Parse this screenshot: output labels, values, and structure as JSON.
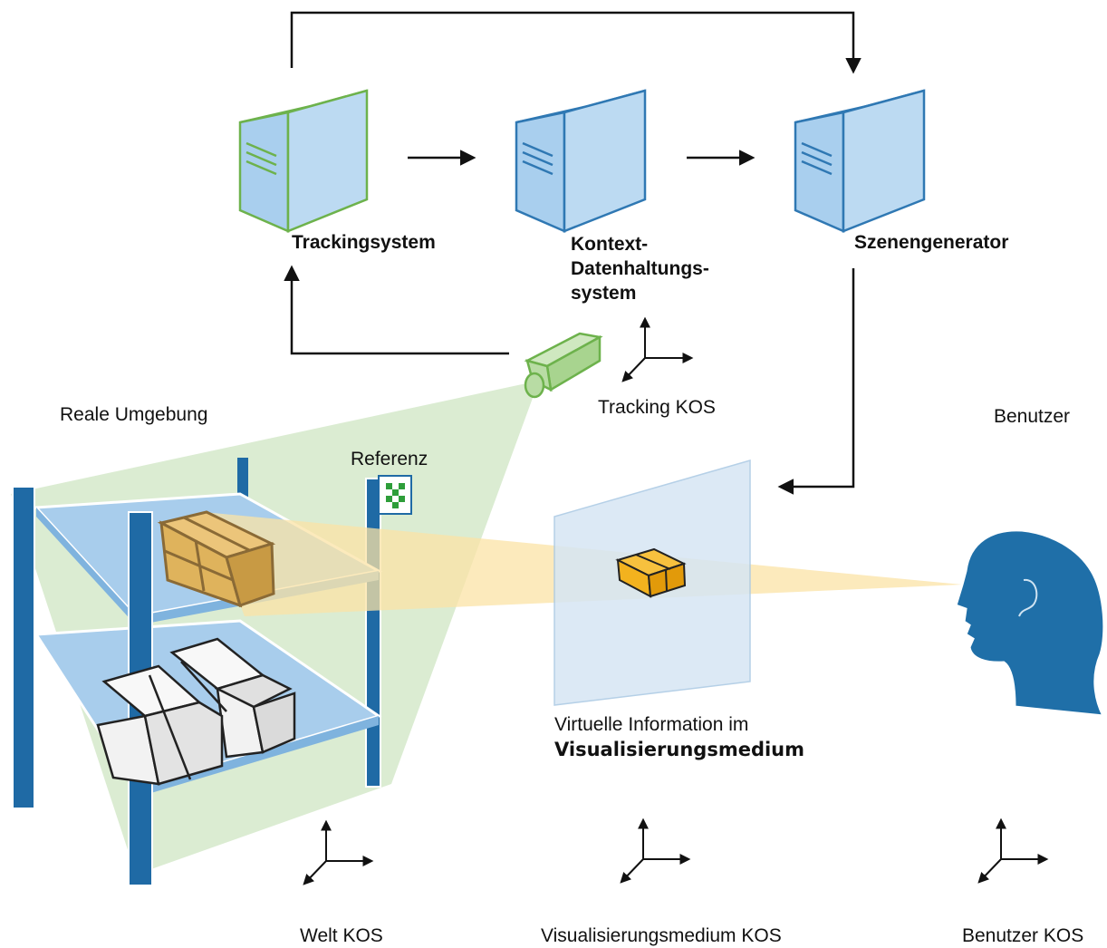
{
  "diagram": {
    "nodes": {
      "trackingsystem": {
        "label": "Trackingsystem"
      },
      "kontext": {
        "line1": "Kontext-",
        "line2": "Datenhaltungs-",
        "line3": "system"
      },
      "szenengenerator": {
        "label": "Szenengenerator"
      }
    },
    "labels": {
      "reale_umgebung": "Reale Umgebung",
      "referenz": "Referenz",
      "tracking_kos": "Tracking KOS",
      "benutzer": "Benutzer",
      "virtuelle_info_line1": "Virtuelle Information im",
      "virtuelle_info_line2": "Visualisierungsmedium",
      "welt_kos": "Welt KOS",
      "visualisierungsmedium_kos": "Visualisierungsmedium KOS",
      "benutzer_kos": "Benutzer KOS"
    },
    "edges": [
      {
        "from": "Trackingsystem",
        "to": "Szenengenerator"
      },
      {
        "from": "Trackingsystem",
        "to": "Kontext-Datenhaltungssystem"
      },
      {
        "from": "Kontext-Datenhaltungssystem",
        "to": "Szenengenerator"
      },
      {
        "from": "Kamera",
        "to": "Trackingsystem"
      },
      {
        "from": "Szenengenerator",
        "to": "Visualisierungsmedium"
      }
    ],
    "colors": {
      "server_fill": "#a9cfee",
      "server_stroke_blue": "#2f78b3",
      "server_stroke_green": "#6db24c",
      "camera_fill": "#b8dca4",
      "shelf_blue": "#1f6aa5",
      "shelf_board": "#a8cdec",
      "tracking_cone": "#cfe6c3",
      "view_cone": "#fbe3a6",
      "screen": "#d6e6f4",
      "head": "#1f6fa8",
      "box_brown": "#dfb35c",
      "box_orange": "#f3b21e",
      "box_white": "#efefef"
    }
  }
}
